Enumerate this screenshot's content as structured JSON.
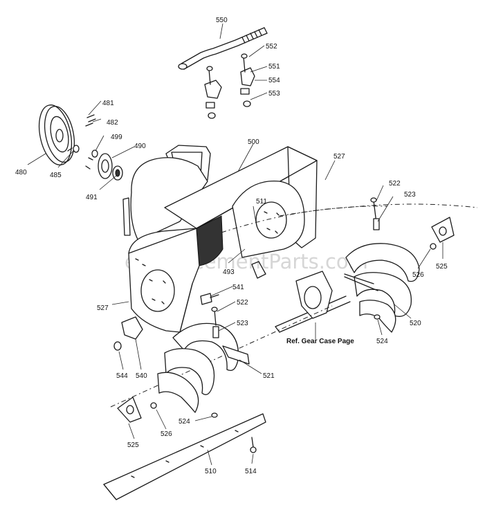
{
  "diagram": {
    "note": "Ref. Gear Case Page",
    "watermark": "eReplacementParts.com",
    "callouts": {
      "c550": "550",
      "c552": "552",
      "c551": "551",
      "c554": "554",
      "c553": "553",
      "c481": "481",
      "c482": "482",
      "c499": "499",
      "c490": "490",
      "c480": "480",
      "c485": "485",
      "c491": "491",
      "c500": "500",
      "c527a": "527",
      "c522a": "522",
      "c523a": "523",
      "c511": "511",
      "c493": "493",
      "c525a": "525",
      "c526a": "526",
      "c527b": "527",
      "c541": "541",
      "c522b": "522",
      "c523b": "523",
      "c520": "520",
      "c524a": "524",
      "c521": "521",
      "c544": "544",
      "c540": "540",
      "c524b": "524",
      "c525b": "525",
      "c526b": "526",
      "c510": "510",
      "c514": "514"
    }
  }
}
